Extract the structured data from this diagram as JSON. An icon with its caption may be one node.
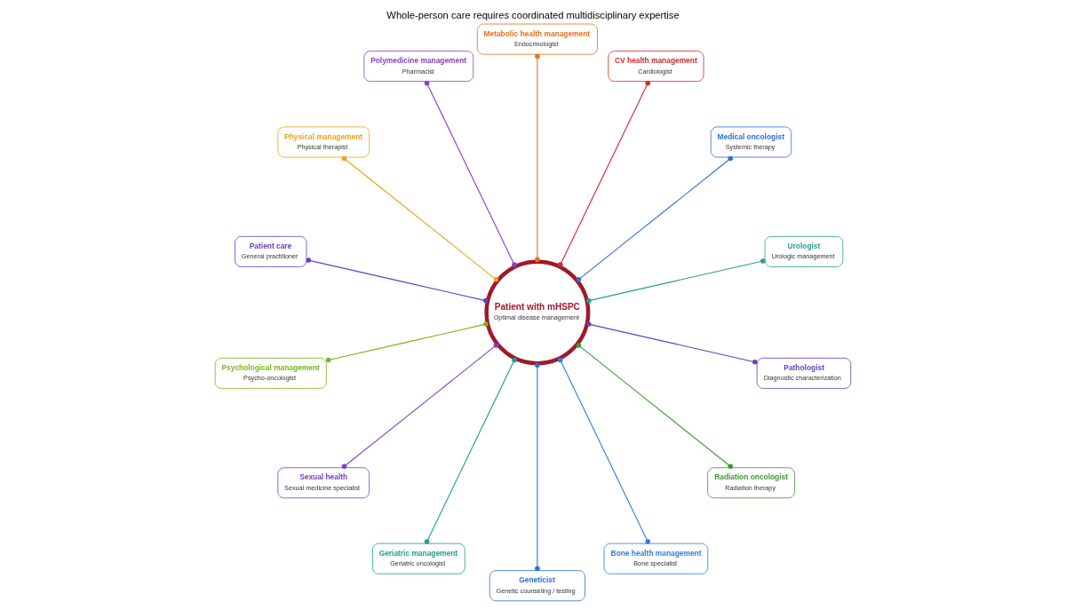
{
  "diagram": {
    "title": "Whole-person care requires coordinated multidisciplinary expertise",
    "nodes": [
      {
        "text": [
          "Patient with mHSPC",
          "Optimal disease management"
        ]
      },
      {
        "text": [
          "Urologist",
          "Urologic management"
        ]
      },
      {
        "text": [
          "Medical oncologist",
          "Systemic therapy"
        ]
      },
      {
        "text": [
          "CV health management",
          "Cardiologist"
        ]
      },
      {
        "text": [
          "Metabolic health management",
          "Endocrinologist"
        ]
      },
      {
        "text": [
          "Polymedicine management",
          "Pharmacist"
        ]
      },
      {
        "text": [
          "Physical management",
          "Physical therapist"
        ]
      },
      {
        "text": [
          "Patient care",
          "General practitioner"
        ]
      },
      {
        "text": [
          "Psychological management",
          "Psycho-oncologist"
        ]
      },
      {
        "text": [
          "Sexual health",
          "Sexual medicine specialist"
        ]
      },
      {
        "text": [
          "Geriatric management",
          "Geriatric oncologist"
        ]
      },
      {
        "text": [
          "Geneticist",
          "Genetic counseling / testing"
        ]
      },
      {
        "text": [
          "Bone health management",
          "Bone specialist"
        ]
      },
      {
        "text": [
          "Radiation oncologist",
          "Radiation therapy"
        ]
      },
      {
        "text": [
          "Pathologist",
          "Diagnostic characterization"
        ]
      }
    ],
    "edges": [
      {
        "from": 1,
        "to": 0,
        "arrow": "other",
        "color": "#2a9d8f"
      },
      {
        "from": 2,
        "to": 0,
        "arrow": "other",
        "color": "#2f6fd6"
      },
      {
        "from": 3,
        "to": 0,
        "arrow": "other",
        "color": "#d62828"
      },
      {
        "from": 4,
        "to": 0,
        "arrow": "other",
        "color": "#e8711a"
      },
      {
        "from": 5,
        "to": 0,
        "arrow": "other",
        "color": "#8a3fc1"
      },
      {
        "from": 6,
        "to": 0,
        "arrow": "other",
        "color": "#e8a317"
      },
      {
        "from": 7,
        "to": 0,
        "arrow": "other",
        "color": "#6a3fc1"
      },
      {
        "from": 8,
        "to": 0,
        "arrow": "other",
        "color": "#7ab51d"
      },
      {
        "from": 9,
        "to": 0,
        "arrow": "other",
        "color": "#7b3fc1"
      },
      {
        "from": 10,
        "to": 0,
        "arrow": "other",
        "color": "#1f9e8f"
      },
      {
        "from": 11,
        "to": 0,
        "arrow": "other",
        "color": "#2f6fd6"
      },
      {
        "from": 12,
        "to": 0,
        "arrow": "other",
        "color": "#2f7de1"
      },
      {
        "from": 13,
        "to": 0,
        "arrow": "other",
        "color": "#3c9a2f"
      },
      {
        "from": 14,
        "to": 0,
        "arrow": "other",
        "color": "#6a3fb5"
      }
    ]
  }
}
